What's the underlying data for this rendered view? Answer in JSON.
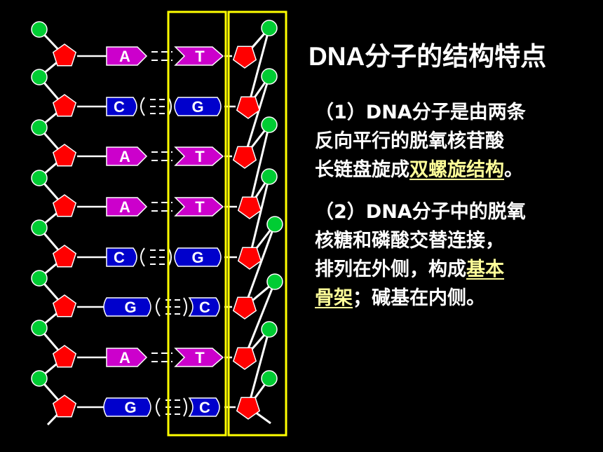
{
  "title": "DNA分子的结构特点",
  "point1": {
    "line1": "（1）DNA分子是由两条",
    "line2": "反向平行的脱氧核苷酸",
    "line3_pre": "长链盘旋成",
    "line3_highlight": "双螺旋结构",
    "line3_post": "。"
  },
  "point2": {
    "line1": "（2）DNA分子中的脱氧",
    "line2": "核糖和磷酸交替连接，",
    "line3_pre": "排列在外侧，构成",
    "line3_highlight": "基本",
    "line4_highlight": "骨架",
    "line4_post": "；碱基在内侧。"
  },
  "base_pairs": [
    {
      "left": "A",
      "right": "T"
    },
    {
      "left": "C",
      "right": "G"
    },
    {
      "left": "A",
      "right": "T"
    },
    {
      "left": "A",
      "right": "T"
    },
    {
      "left": "C",
      "right": "G"
    },
    {
      "left": "G",
      "right": "C"
    },
    {
      "left": "A",
      "right": "T"
    },
    {
      "left": "G",
      "right": "C"
    }
  ],
  "colors": {
    "phosphate": "#00cc33",
    "sugar": "#ff0000",
    "adenine_thymine": "#cc00cc",
    "cytosine_guanine": "#0000cc",
    "frame": "#ffff00",
    "highlight_text": "#ffff99",
    "background": "#000000"
  }
}
